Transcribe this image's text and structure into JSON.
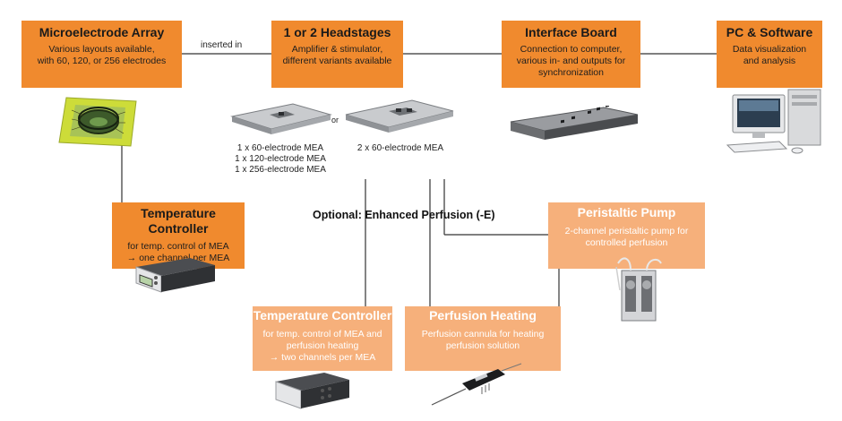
{
  "boxes": {
    "mea": {
      "title": "Microelectrode Array",
      "desc": [
        "Various layouts available,",
        "with 60, 120, or 256 electrodes"
      ]
    },
    "headstages": {
      "title": "1 or 2 Headstages",
      "desc": [
        "Amplifier & stimulator,",
        "different variants available"
      ]
    },
    "interface": {
      "title": "Interface Board",
      "desc": [
        "Connection to computer,",
        "various in- and outputs for",
        "synchronization"
      ]
    },
    "pc": {
      "title": "PC & Software",
      "desc": [
        "Data visualization",
        "and analysis"
      ]
    },
    "temp1": {
      "title": "Temperature Controller",
      "desc": [
        "for temp. control of MEA",
        "→ one channel per MEA"
      ]
    },
    "pump": {
      "title": "Peristaltic Pump",
      "desc": [
        "2-channel peristaltic pump for",
        "controlled perfusion"
      ]
    },
    "temp2": {
      "title": "Temperature Controller",
      "desc": [
        "for temp. control of MEA and",
        "perfusion heating",
        "→ two channels per MEA"
      ]
    },
    "heating": {
      "title": "Perfusion Heating",
      "desc": [
        "Perfusion cannula for heating",
        "perfusion solution"
      ]
    }
  },
  "labels": {
    "inserted_in": "inserted in",
    "or": "or",
    "optional": "Optional: Enhanced Perfusion (-E)",
    "headstage1_caption": [
      "1 x 60-electrode MEA",
      "1 x 120-electrode MEA",
      "1 x 256-electrode MEA"
    ],
    "headstage2_caption": "2 x 60-electrode MEA"
  },
  "icons": [
    "mea-chip-icon",
    "headstage-icon",
    "interface-board-icon",
    "pc-icon",
    "temperature-controller-icon",
    "peristaltic-pump-icon",
    "perfusion-cannula-icon"
  ],
  "colors": {
    "primary_box": "#f08a2e",
    "optional_box": "#f6b07b",
    "line": "#333333"
  }
}
